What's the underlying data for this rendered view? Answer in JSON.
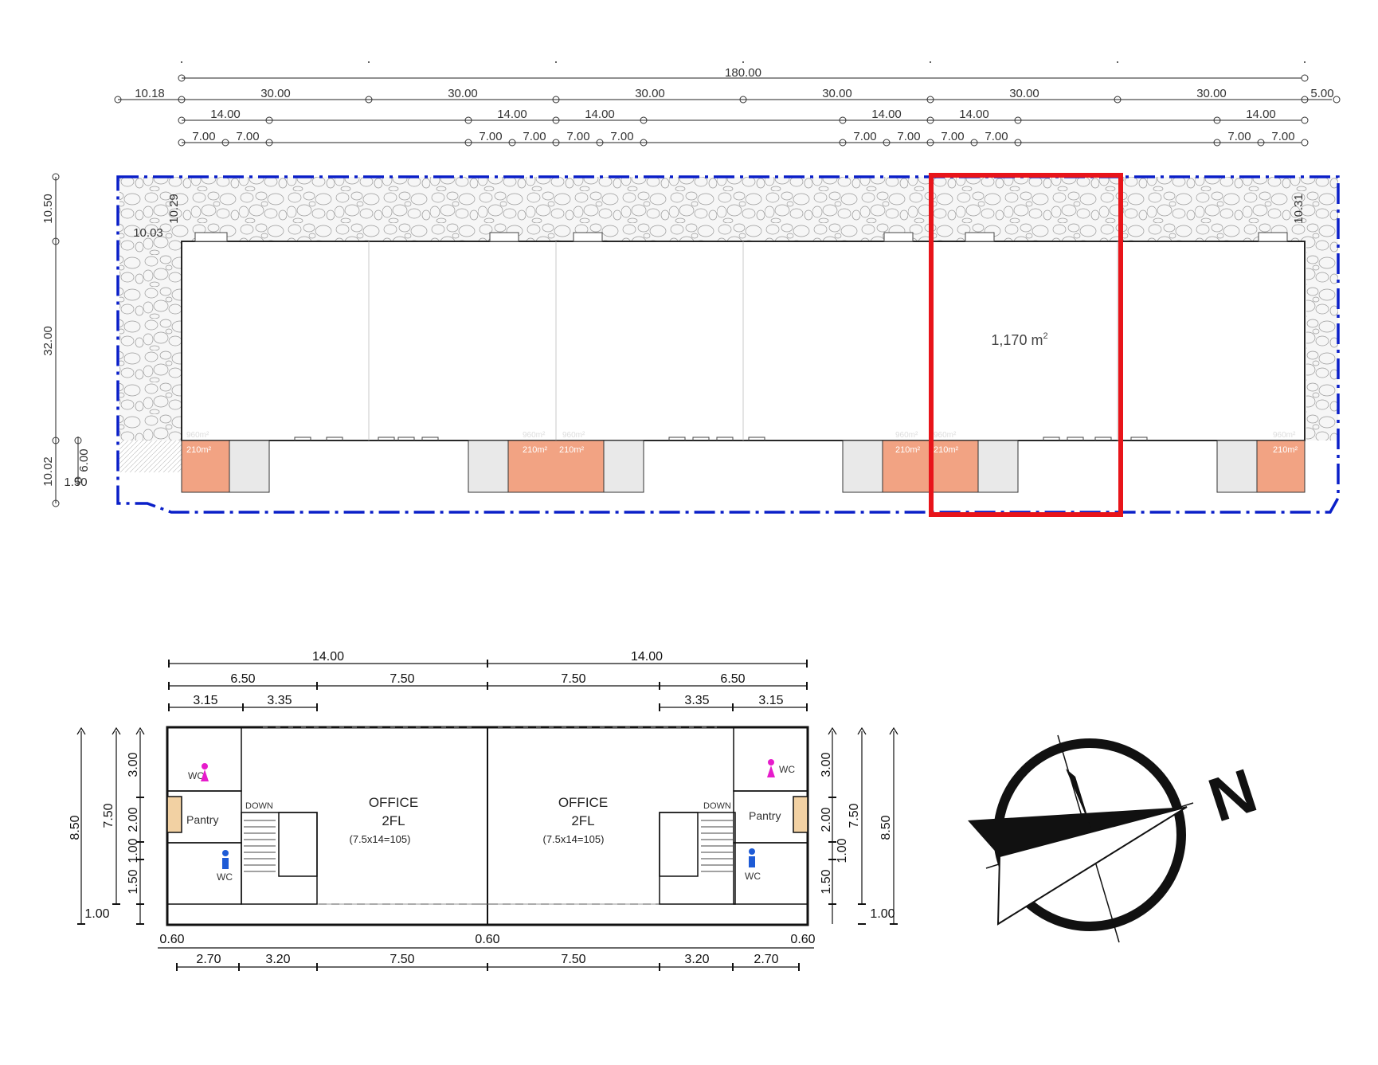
{
  "site_plan": {
    "overall_dimension": "180.00",
    "row1": [
      "10.18",
      "30.00",
      "30.00",
      "30.00",
      "30.00",
      "30.00",
      "30.00",
      "5.00"
    ],
    "row2": [
      "14.00",
      "14.00",
      "14.00",
      "14.00",
      "14.00",
      "14.00"
    ],
    "row3": [
      "7.00",
      "7.00",
      "7.00",
      "7.00",
      "7.00",
      "7.00",
      "7.00",
      "7.00",
      "7.00",
      "7.00",
      "7.00",
      "7.00"
    ],
    "left_dims": [
      "10.50",
      "32.00",
      "10.02",
      "6.00",
      "1.50"
    ],
    "inner_dims": {
      "left_top": "10.29",
      "left_offset": "10.03",
      "right_top": "10.31"
    },
    "highlight_area": "1,170 m",
    "highlight_area_sup": "2",
    "unit_area_label": "210m²",
    "bay_area_label": "960m²"
  },
  "floor_plan": {
    "top_row1": [
      "14.00",
      "14.00"
    ],
    "top_row2": [
      "6.50",
      "7.50",
      "7.50",
      "6.50"
    ],
    "top_row3": [
      "3.15",
      "3.35",
      "3.35",
      "3.15"
    ],
    "left_outer": "8.50",
    "left_mid": "7.50",
    "left_inner": [
      "3.00",
      "2.00",
      "1.00",
      "1.50"
    ],
    "left_bottom": "1.00",
    "right_outer": "8.50",
    "right_mid": "7.50",
    "right_inner": [
      "3.00",
      "2.00",
      "1.00",
      "1.50"
    ],
    "right_bottom": "1.00",
    "bottom_row1": [
      "0.60",
      "0.60",
      "0.60"
    ],
    "bottom_row2": [
      "2.70",
      "3.20",
      "7.50",
      "7.50",
      "3.20",
      "2.70"
    ],
    "office_left": {
      "title": "OFFICE",
      "floor": "2FL",
      "area": "(7.5x14=105)"
    },
    "office_right": {
      "title": "OFFICE",
      "floor": "2FL",
      "area": "(7.5x14=105)"
    },
    "pantry": "Pantry",
    "wc": "WC",
    "down": "DOWN"
  },
  "north_arrow": {
    "letter": "N"
  },
  "colors": {
    "boundary": "#0a1fc8",
    "highlight": "#e8141a",
    "office_fill": "#f2a383",
    "gravel": "#f4f4f4"
  }
}
